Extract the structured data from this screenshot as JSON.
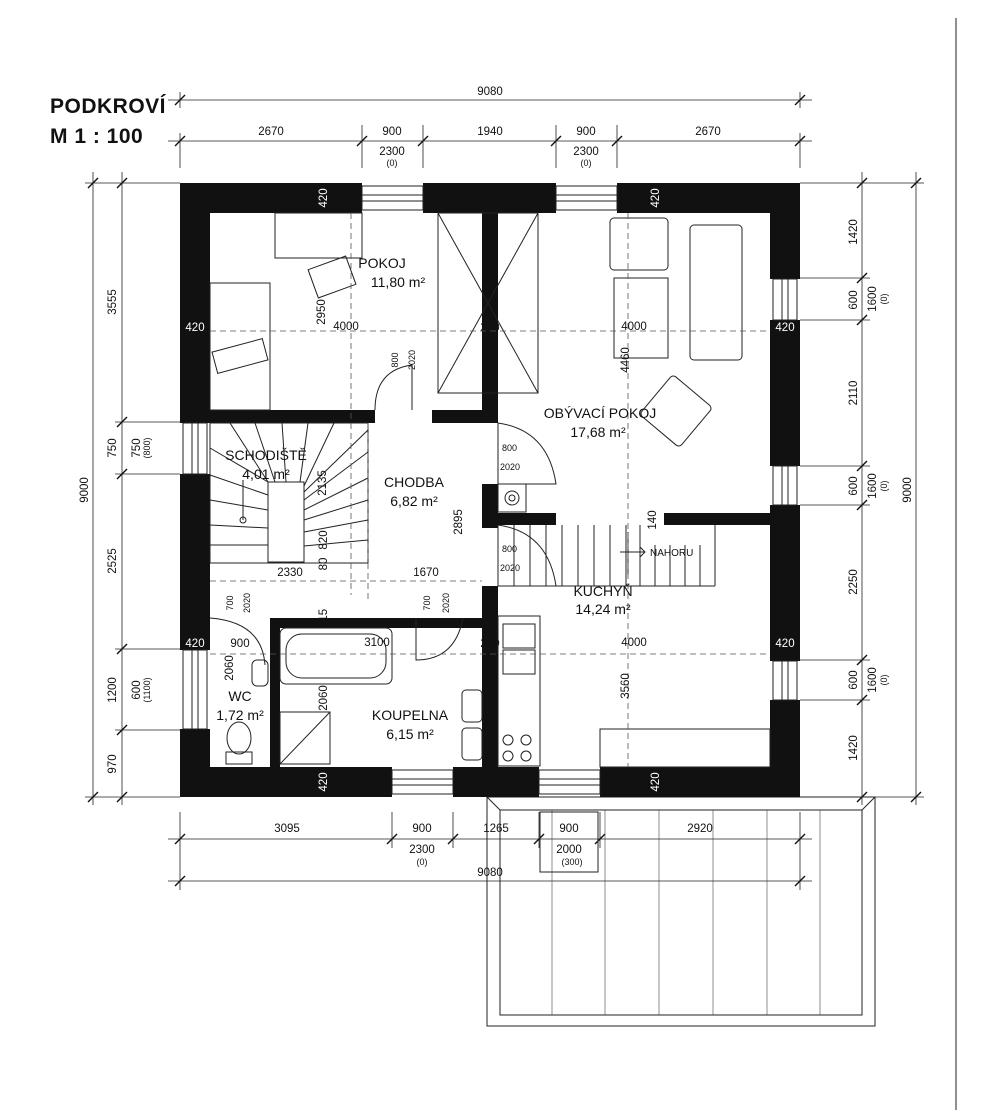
{
  "title": {
    "line1": "PODKROVÍ",
    "line2": "M  1 : 100"
  },
  "rooms": {
    "pokoj": {
      "name": "POKOJ",
      "area": "11,80 m²"
    },
    "obyvaci": {
      "name": "OBÝVACÍ POKOJ",
      "area": "17,68 m²"
    },
    "schodiste": {
      "name": "SCHODIŠTĚ",
      "area": "4,01 m²"
    },
    "chodba": {
      "name": "CHODBA",
      "area": "6,82 m²"
    },
    "kuchyn": {
      "name": "KUCHYŇ",
      "area": "14,24 m²"
    },
    "wc": {
      "name": "WC",
      "area": "1,72 m²"
    },
    "koupelna": {
      "name": "KOUPELNA",
      "area": "6,15 m²"
    }
  },
  "stair_label": "NAHORU",
  "dims": {
    "top_total": "9080",
    "top": [
      "2670",
      "900",
      "1940",
      "900",
      "2670"
    ],
    "top_win": [
      "2300",
      "(0)",
      "2300",
      "(0)"
    ],
    "bottom": [
      "3095",
      "900",
      "1265",
      "900",
      "2920"
    ],
    "bottom_win": [
      "2300",
      "(0)",
      "2000",
      "(300)"
    ],
    "bottom_total": "9080",
    "left_total": "9000",
    "left": [
      "3555",
      "750",
      "2525",
      "1200",
      "970"
    ],
    "left_sub": [
      "750",
      "(800)",
      "600",
      "(1100)"
    ],
    "right_total": "9000",
    "right": [
      "1420",
      "600",
      "2110",
      "600",
      "2250",
      "600",
      "1420"
    ],
    "right_sub": [
      "1600",
      "(0)",
      "1600",
      "(0)",
      "1600",
      "(0)"
    ]
  },
  "walls": {
    "w420": "420",
    "w240": "240"
  },
  "inner": {
    "d4000": "4000",
    "d2950": "2950",
    "d800": "800",
    "d2020": "2020",
    "d4460": "4460",
    "d2135": "2135",
    "d2895": "2895",
    "d140": "140",
    "d2330": "2330",
    "d1670": "1670",
    "d820": "820",
    "d80": "80",
    "d700": "700",
    "d900": "900",
    "d115": "115",
    "d3100": "3100",
    "d2060": "2060",
    "d3560": "3560"
  }
}
